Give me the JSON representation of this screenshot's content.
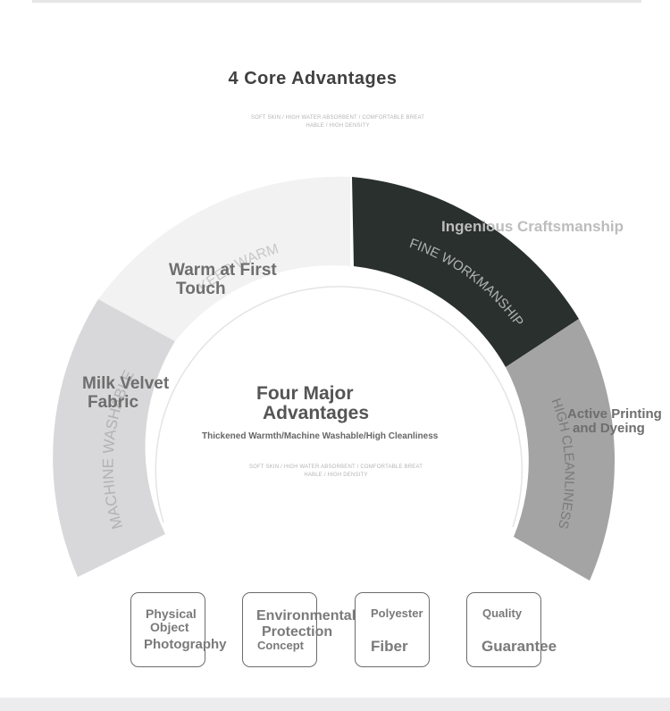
{
  "heading": {
    "title": "4 Core Advantages",
    "fine_print": [
      "SOFT SKIN / HIGH WATER ABSORBENT / COMFORTABLE BREAT",
      "HABLE / HIGH DENSITY"
    ]
  },
  "arc": {
    "colors": {
      "left": "#d8d8da",
      "top_left": "#f2f2f2",
      "top_right": "#2a302e",
      "right": "#a4a4a4",
      "inner_ring": "#e4e4e4"
    },
    "segments": {
      "machine_washable": {
        "watermark": "MACHINE WASHABLE",
        "label_lines": [
          "Milk Velvet",
          "Fabric"
        ]
      },
      "keep_warm": {
        "watermark": "KEEP WARM",
        "label_lines": [
          "Warm at First",
          "Touch"
        ]
      },
      "fine_workmanship": {
        "watermark": "FINE WORKMANSHIP",
        "label": "Ingenious Craftsmanship"
      },
      "high_cleanliness": {
        "watermark": "HIGH CLEANLINESS",
        "label_lines": [
          "Active Printing",
          "and Dyeing"
        ]
      }
    }
  },
  "center": {
    "title_lines": [
      "Four Major",
      "Advantages"
    ],
    "subtitle": "Thickened Warmth/Machine Washable/High Cleanliness",
    "fine_print": [
      "SOFT SKIN / HIGH WATER ABSORBENT / COMFORTABLE BREAT",
      "HABLE / HIGH DENSITY"
    ]
  },
  "badges": [
    {
      "lines": [
        "Physical",
        "Object",
        "Photography"
      ]
    },
    {
      "lines": [
        "Environmental",
        "Protection",
        "Concept"
      ]
    },
    {
      "lines": [
        "Polyester",
        "Fiber"
      ]
    },
    {
      "lines": [
        "Quality",
        "Guarantee"
      ]
    }
  ]
}
